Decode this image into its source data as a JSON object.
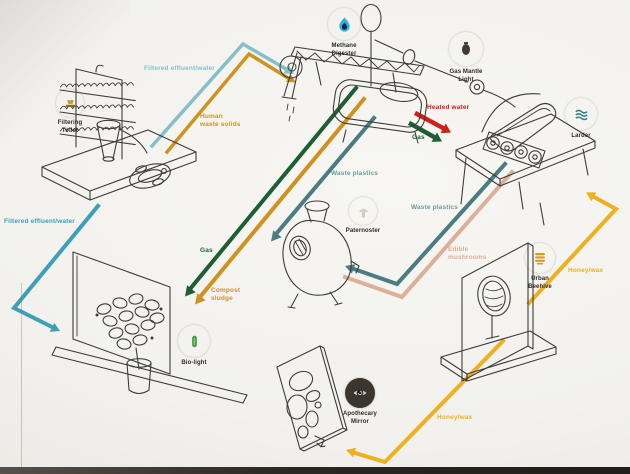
{
  "colors": {
    "sketch": "#3f3c38",
    "badge_bg": "#16120e",
    "effluent_light": "#85bfca",
    "effluent_teal": "#3f9fb7",
    "waste_gold": "#d0921f",
    "gas_green": "#1d5e32",
    "plastics_teal": "#4a7c82",
    "plastics_label": "#6f9a9c",
    "mushroom_salmon": "#dcb098",
    "heated_red": "#cf2015",
    "honey_yellow": "#eeb01e",
    "flame": "#f2b233",
    "methane_blue": "#2ab4e8",
    "biolight_green": "#3f9c3a",
    "beehive_amber": "#d99a23",
    "larder_teal": "#2f8289",
    "toilet_amber": "#c89a2e",
    "mushroom_icon": "#d9d2c4",
    "eye_cream": "#ddd8cc"
  },
  "badges": {
    "filtering_toilet": "Filtering\nToilet",
    "methane_digester": "Methane\nDigester",
    "gas_mantle_light": "Gas Mantle\nLight",
    "larder": "Larder",
    "paternoster": "Paternoster",
    "bio_light": "Bio-light",
    "urban_beehive": "Urban\nBeehive",
    "apothecary_mirror": "Apothecary\nMirror"
  },
  "flow_labels": {
    "effluent_top": "Filtered effluent/water",
    "human_waste": "Human\nwaste solids",
    "effluent_left": "Filtered effluent/water",
    "heated_water": "Heated water",
    "gas_to_larder": "Gas",
    "waste_plastics_upper": "Waste plastics",
    "waste_plastics_lower": "Waste plastics",
    "gas_to_biolight": "Gas",
    "compost_sludge": "Compost\nsludge",
    "edible_mushrooms": "Edible\nmushrooms",
    "honey_to_larder": "Honey/wax",
    "honey_to_mirror": "Honey/wax"
  }
}
